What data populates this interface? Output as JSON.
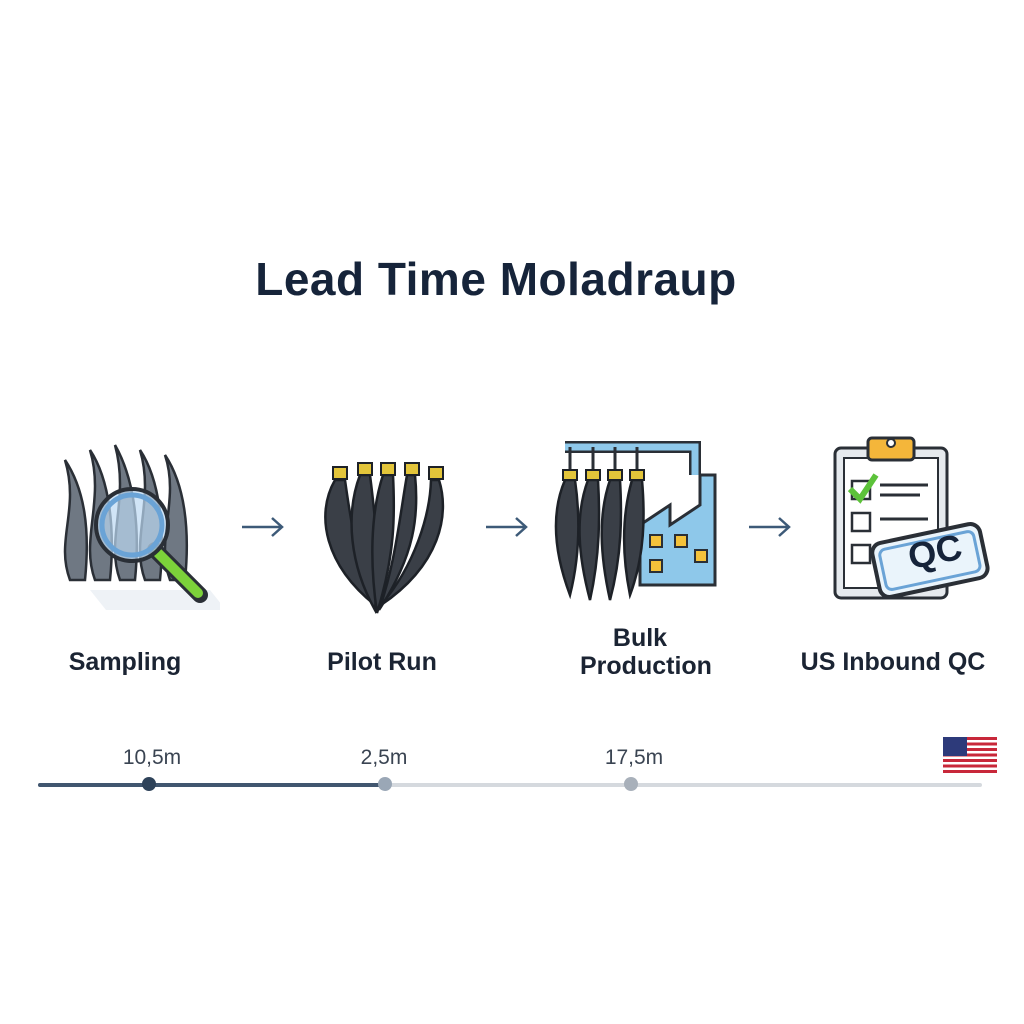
{
  "title": "Lead Time Moladraup",
  "steps": [
    {
      "label": "Sampling",
      "icon": "hair-magnifier-icon"
    },
    {
      "label": "Pilot Run",
      "icon": "hair-bundles-icon"
    },
    {
      "label": "Bulk Production",
      "icon": "factory-icon"
    },
    {
      "label": "US Inbound QC",
      "icon": "clipboard-qc-icon",
      "badge": "QC"
    }
  ],
  "timeline": {
    "markers": [
      "10,5m",
      "2,5m",
      "17,5m"
    ],
    "progress_percent": 37,
    "end_icon": "us-flag-icon"
  },
  "colors": {
    "title": "#16243a",
    "accent": "#41566f",
    "track": "#d5d9de",
    "check": "#5cc23a"
  }
}
